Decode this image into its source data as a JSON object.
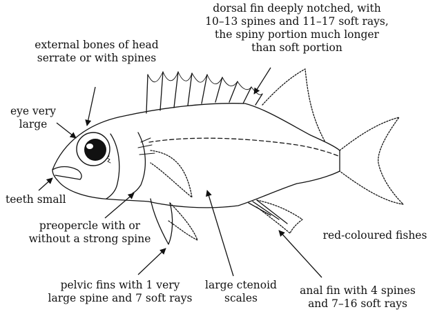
{
  "labels": {
    "dorsal": [
      "dorsal fin deeply notched, with",
      "10–13 spines and 11–17 soft rays,",
      "the spiny portion much longer",
      "than soft portion"
    ],
    "head": [
      "external bones of head",
      "serrate or with spines"
    ],
    "eye": [
      "eye very",
      "large"
    ],
    "teeth": [
      "teeth small"
    ],
    "preopercle": [
      "preopercle with or",
      "without a strong spine"
    ],
    "note": [
      "red-coloured fishes"
    ],
    "pelvic": [
      "pelvic fins with 1 very",
      "large spine and 7 soft rays"
    ],
    "scales": [
      "large ctenoid",
      "scales"
    ],
    "anal": [
      "anal fin with 4 spines",
      "and 7–16 soft rays"
    ]
  }
}
